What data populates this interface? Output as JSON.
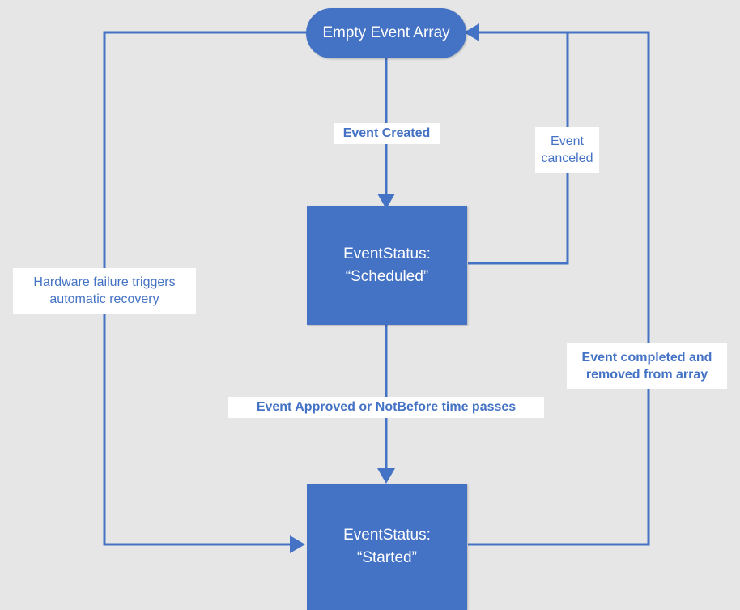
{
  "diagram": {
    "title": "Event lifecycle state diagram",
    "background_color": "#e6e6e6",
    "node_fill_color": "#4472C4",
    "node_text_color": "#ffffff",
    "connector_color": "#4472C4",
    "label_text_color": "#4472C4",
    "label_background_color": "#ffffff"
  },
  "nodes": [
    {
      "id": "empty-event-array",
      "shape": "rounded-rectangle",
      "line1": "Empty Event Array",
      "line2": ""
    },
    {
      "id": "event-status-scheduled",
      "shape": "rectangle",
      "line1": "EventStatus:",
      "line2": "“Scheduled”"
    },
    {
      "id": "event-status-started",
      "shape": "rectangle",
      "line1": "EventStatus:",
      "line2": "“Started”"
    }
  ],
  "edge_labels": [
    {
      "id": "event-created",
      "line1": "Event Created",
      "line2": "",
      "bold": true
    },
    {
      "id": "event-canceled",
      "line1": "Event",
      "line2": "canceled",
      "bold": false
    },
    {
      "id": "hardware-failure-recovery",
      "line1": "Hardware failure triggers",
      "line2": "automatic recovery",
      "bold": false
    },
    {
      "id": "event-completed-removed",
      "line1": "Event completed and",
      "line2": "removed from array",
      "bold": true
    },
    {
      "id": "event-approved-or-notbefore",
      "line1": "Event Approved or NotBefore time passes",
      "line2": "",
      "bold": true
    }
  ],
  "transitions": [
    {
      "id": "created",
      "from": "empty-event-array",
      "to": "event-status-scheduled",
      "label": "Event Created"
    },
    {
      "id": "canceled",
      "from": "event-status-scheduled",
      "to": "empty-event-array",
      "label": "Event canceled"
    },
    {
      "id": "approved",
      "from": "event-status-scheduled",
      "to": "event-status-started",
      "label": "Event Approved or NotBefore time passes"
    },
    {
      "id": "completed",
      "from": "event-status-started",
      "to": "empty-event-array",
      "label": "Event completed and removed from array"
    },
    {
      "id": "recovery",
      "from": "empty-event-array",
      "to": "event-status-started",
      "label": "Hardware failure triggers automatic recovery"
    }
  ]
}
